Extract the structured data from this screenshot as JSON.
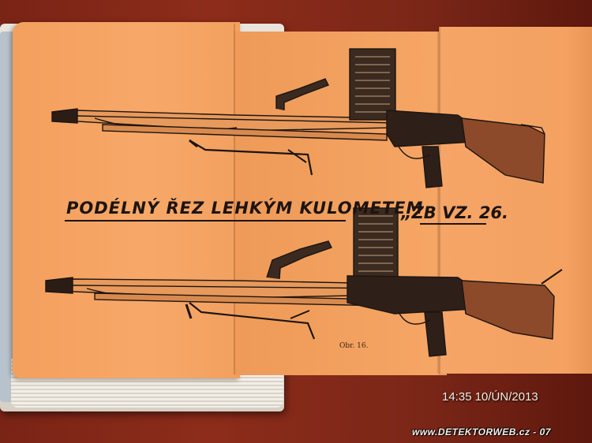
{
  "document": {
    "title": "PODÉLNÝ ŘEZ LEHKÝM KULOMETEM",
    "model": "„ZB VZ. 26.",
    "figure_caption": "Obr. 16."
  },
  "overlay": {
    "timestamp": "14:35 10/ÚN/2013",
    "watermark": "www.DETEKTORWEB.cz - 07"
  },
  "colors": {
    "page": "#f6a665",
    "ink": "#1d1410",
    "table": "#7a2416"
  },
  "illustrations": [
    {
      "name": "machine-gun-cross-section-upper"
    },
    {
      "name": "machine-gun-cross-section-lower"
    }
  ]
}
